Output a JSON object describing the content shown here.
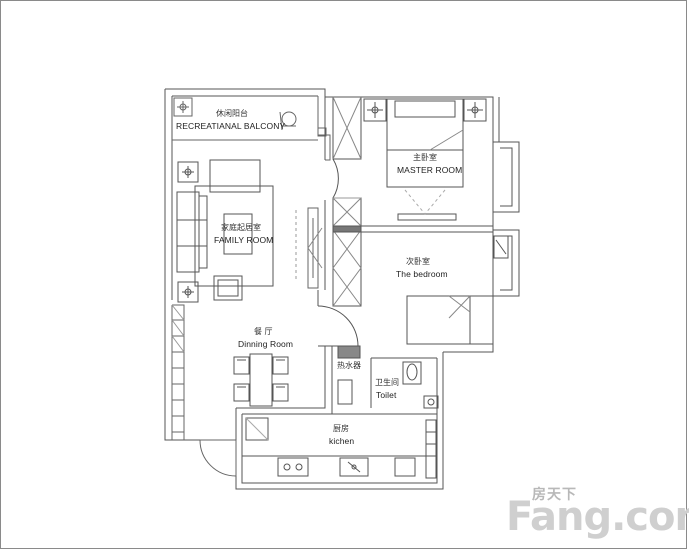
{
  "rooms": {
    "balcony": {
      "zh": "休闲阳台",
      "en": "RECREATIANAL BALCONY"
    },
    "master": {
      "zh": "主卧室",
      "en": "MASTER ROOM"
    },
    "family": {
      "zh": "家庭起居室",
      "en": "FAMILY ROOM"
    },
    "bedroom": {
      "zh": "次卧室",
      "en": "The bedroom"
    },
    "dining": {
      "zh": "餐 厅",
      "en": "Dinning Room"
    },
    "heater": {
      "zh": "热水器"
    },
    "toilet": {
      "zh": "卫生间",
      "en": "Toilet"
    },
    "kitchen": {
      "zh": "厨房",
      "en": "kichen"
    }
  },
  "watermark": {
    "zh": "房天下",
    "en": "Fang.com"
  },
  "colors": {
    "wall": "#555555",
    "line": "#666666",
    "watermark": "#c8c8c8"
  }
}
